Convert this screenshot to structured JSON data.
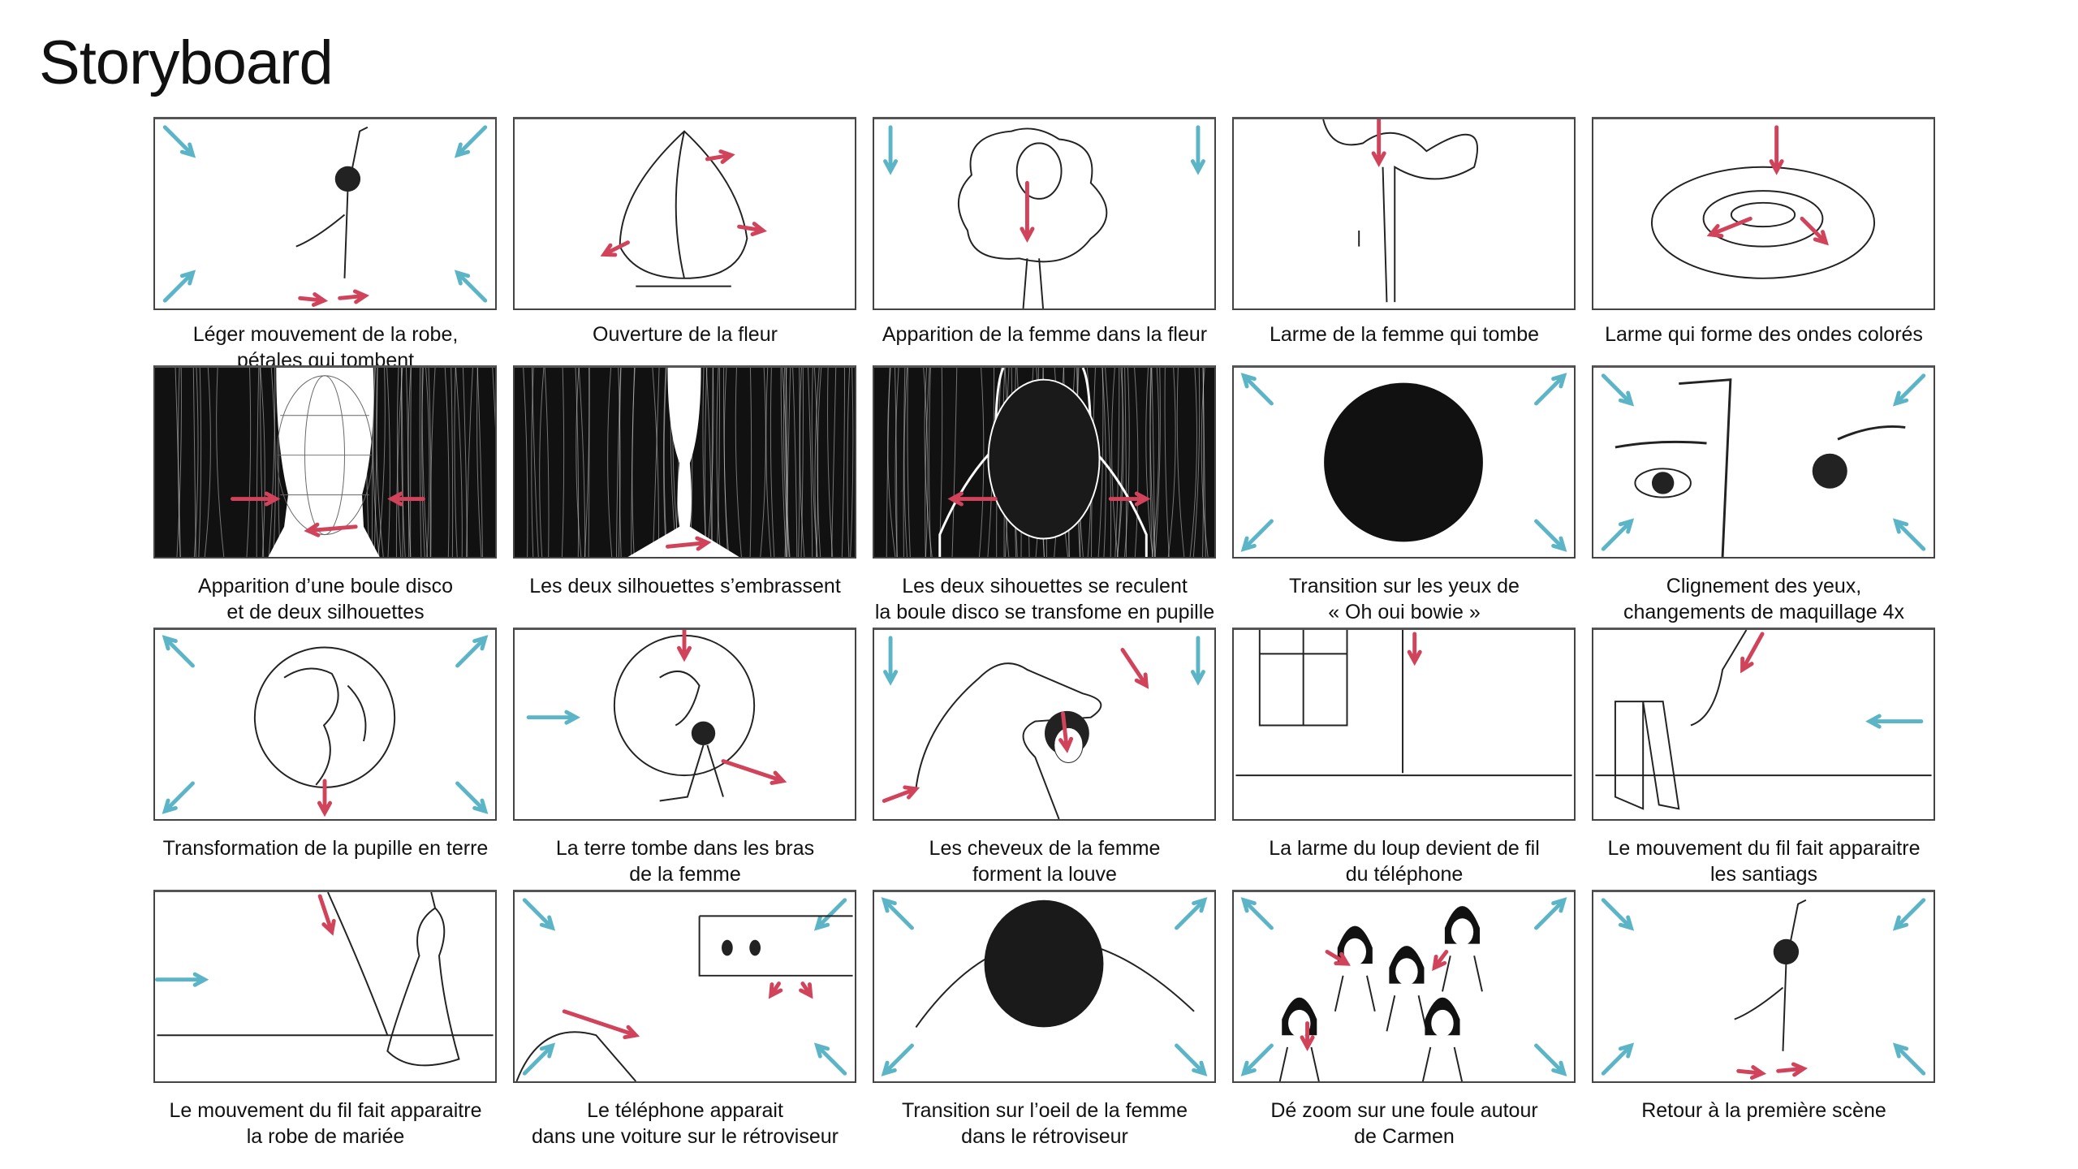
{
  "title": "Storyboard",
  "colors": {
    "cyan": "#5bb5c6",
    "red": "#d0435a",
    "ink": "#222222"
  },
  "panels": [
    {
      "caption": [
        "Léger mouvement de la robe,",
        "pétales qui tombent"
      ],
      "scene": "dancer"
    },
    {
      "caption": [
        "Ouverture de la fleur"
      ],
      "scene": "flower"
    },
    {
      "caption": [
        "Apparition de la femme dans la fleur"
      ],
      "scene": "woman-flower"
    },
    {
      "caption": [
        "Larme de la femme qui tombe"
      ],
      "scene": "tear"
    },
    {
      "caption": [
        "Larme qui forme des ondes colorés"
      ],
      "scene": "ripples"
    },
    {
      "caption": [
        "Apparition d’une boule disco",
        "et de deux silhouettes"
      ],
      "scene": "disco"
    },
    {
      "caption": [
        "Les deux silhouettes s’embrassent"
      ],
      "scene": "kiss"
    },
    {
      "caption": [
        "Les deux sihouettes se reculent",
        "la boule disco se transfome en pupille"
      ],
      "scene": "pupil-dark"
    },
    {
      "caption": [
        "Transition sur les yeux de",
        "« Oh oui bowie »"
      ],
      "scene": "black-circle"
    },
    {
      "caption": [
        "Clignement des yeux,",
        "changements de maquillage 4x"
      ],
      "scene": "eyes"
    },
    {
      "caption": [
        "Transformation de la pupille en terre"
      ],
      "scene": "earth"
    },
    {
      "caption": [
        "La terre tombe dans les bras",
        "de la femme"
      ],
      "scene": "earth-woman"
    },
    {
      "caption": [
        "Les cheveux de la femme",
        "forment la louve"
      ],
      "scene": "wolf"
    },
    {
      "caption": [
        "La larme du loup devient de fil",
        "du téléphone"
      ],
      "scene": "window-phone"
    },
    {
      "caption": [
        "Le mouvement du fil fait apparaitre",
        "les santiags"
      ],
      "scene": "boots"
    },
    {
      "caption": [
        "Le mouvement du fil fait apparaitre",
        "la robe de mariée"
      ],
      "scene": "dress"
    },
    {
      "caption": [
        "Le téléphone apparait",
        "dans une voiture sur le rétroviseur"
      ],
      "scene": "mirror"
    },
    {
      "caption": [
        "Transition sur l’oeil de la femme",
        "dans le rétroviseur"
      ],
      "scene": "eye-mirror"
    },
    {
      "caption": [
        "Dé zoom sur une foule autour",
        "de Carmen"
      ],
      "scene": "crowd"
    },
    {
      "caption": [
        "Retour à la première scène"
      ],
      "scene": "dancer"
    }
  ]
}
